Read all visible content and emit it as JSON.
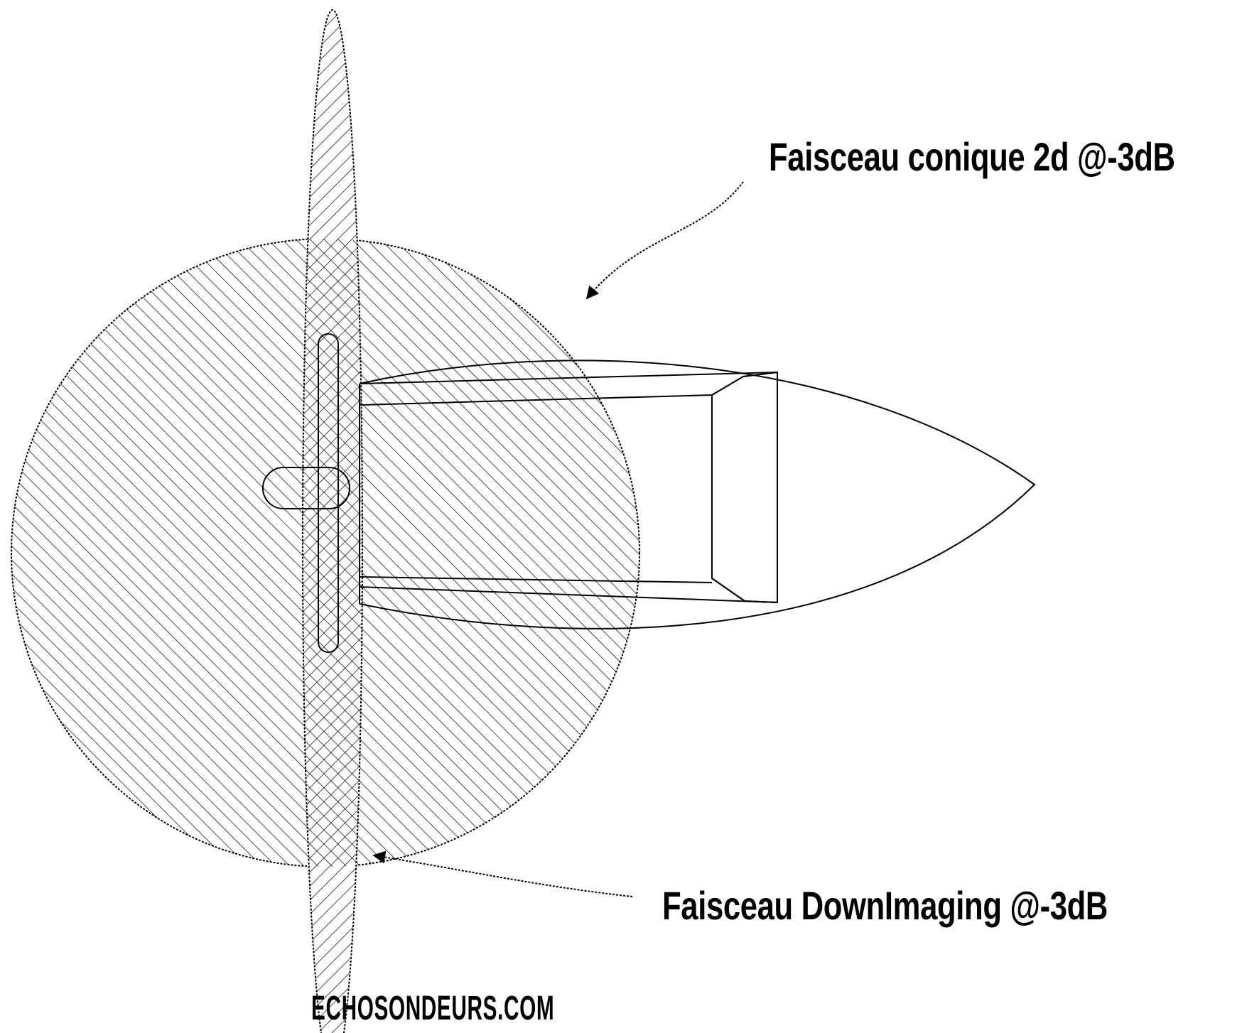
{
  "labels": {
    "conical_beam": "Faisceau conique 2d @-3dB",
    "downimaging_beam": "Faisceau DownImaging @-3dB"
  },
  "watermark": "ECHOSONDEURS.COM",
  "colors": {
    "line": "#000000",
    "background": "#ffffff"
  }
}
